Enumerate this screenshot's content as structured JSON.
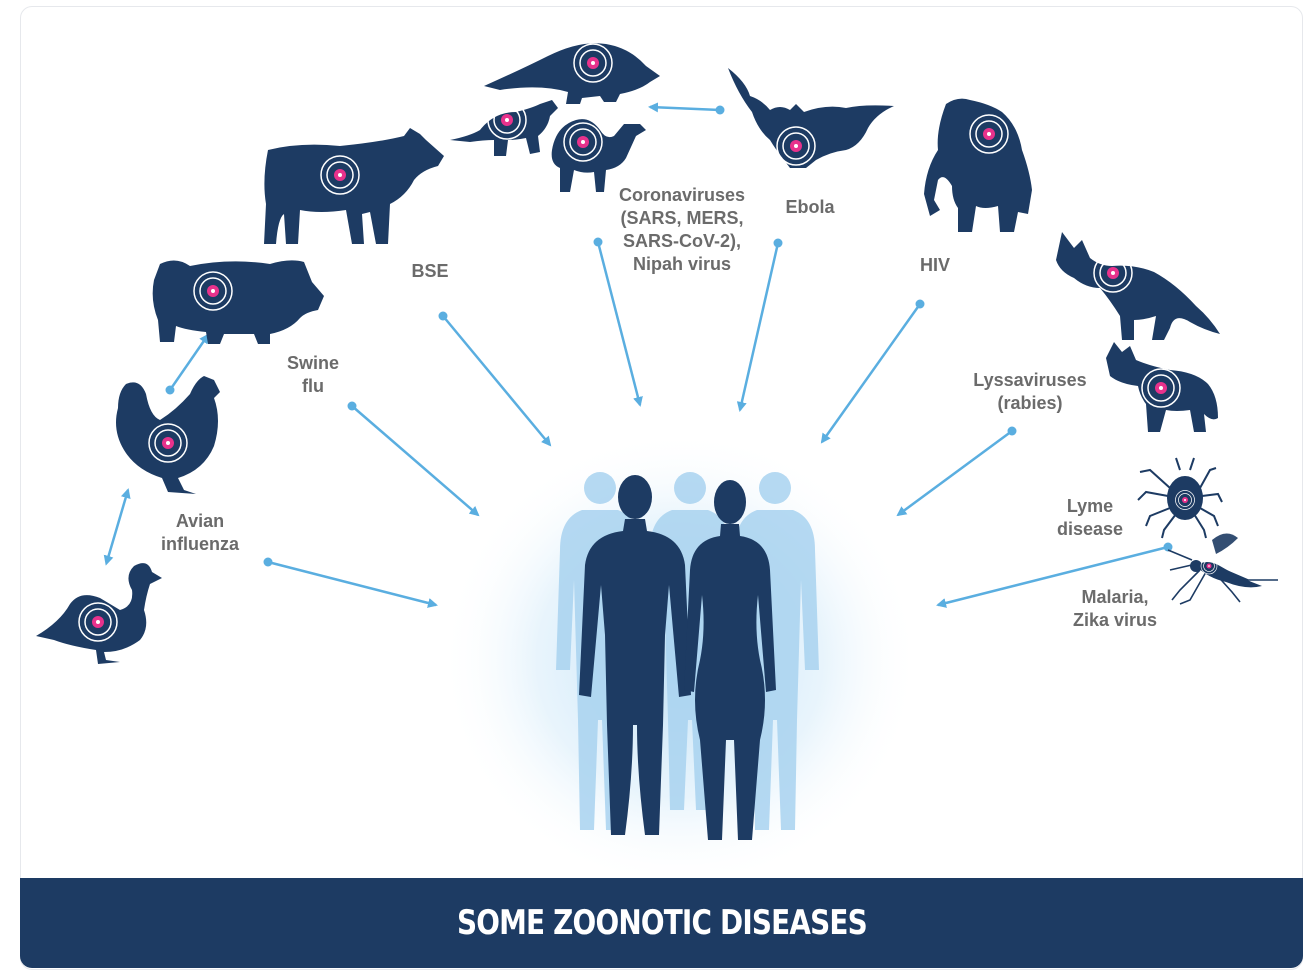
{
  "title": "SOME ZOONOTIC DISEASES",
  "colors": {
    "silhouette": "#1d3b63",
    "arrow": "#5aaee0",
    "virus": "#e8328c",
    "label": "#6b6b6b",
    "banner": "#1d3b63",
    "human_glow": "#bfe0f6"
  },
  "labels": {
    "avian": "Avian\ninfluenza",
    "swine": "Swine\nflu",
    "bse": "BSE",
    "corona": "Coronaviruses\n(SARS, MERS,\nSARS-CoV-2),\nNipah virus",
    "ebola": "Ebola",
    "hiv": "HIV",
    "lyssa": "Lyssaviruses\n(rabies)",
    "lyme": "Lyme\ndisease",
    "malaria": "Malaria,\nZika virus"
  },
  "animals": [
    "duck",
    "chicken",
    "pig",
    "cow",
    "civet",
    "camel",
    "pangolin",
    "bat",
    "chimpanzee",
    "fox",
    "dog",
    "tick",
    "mosquito"
  ],
  "center": "humans"
}
